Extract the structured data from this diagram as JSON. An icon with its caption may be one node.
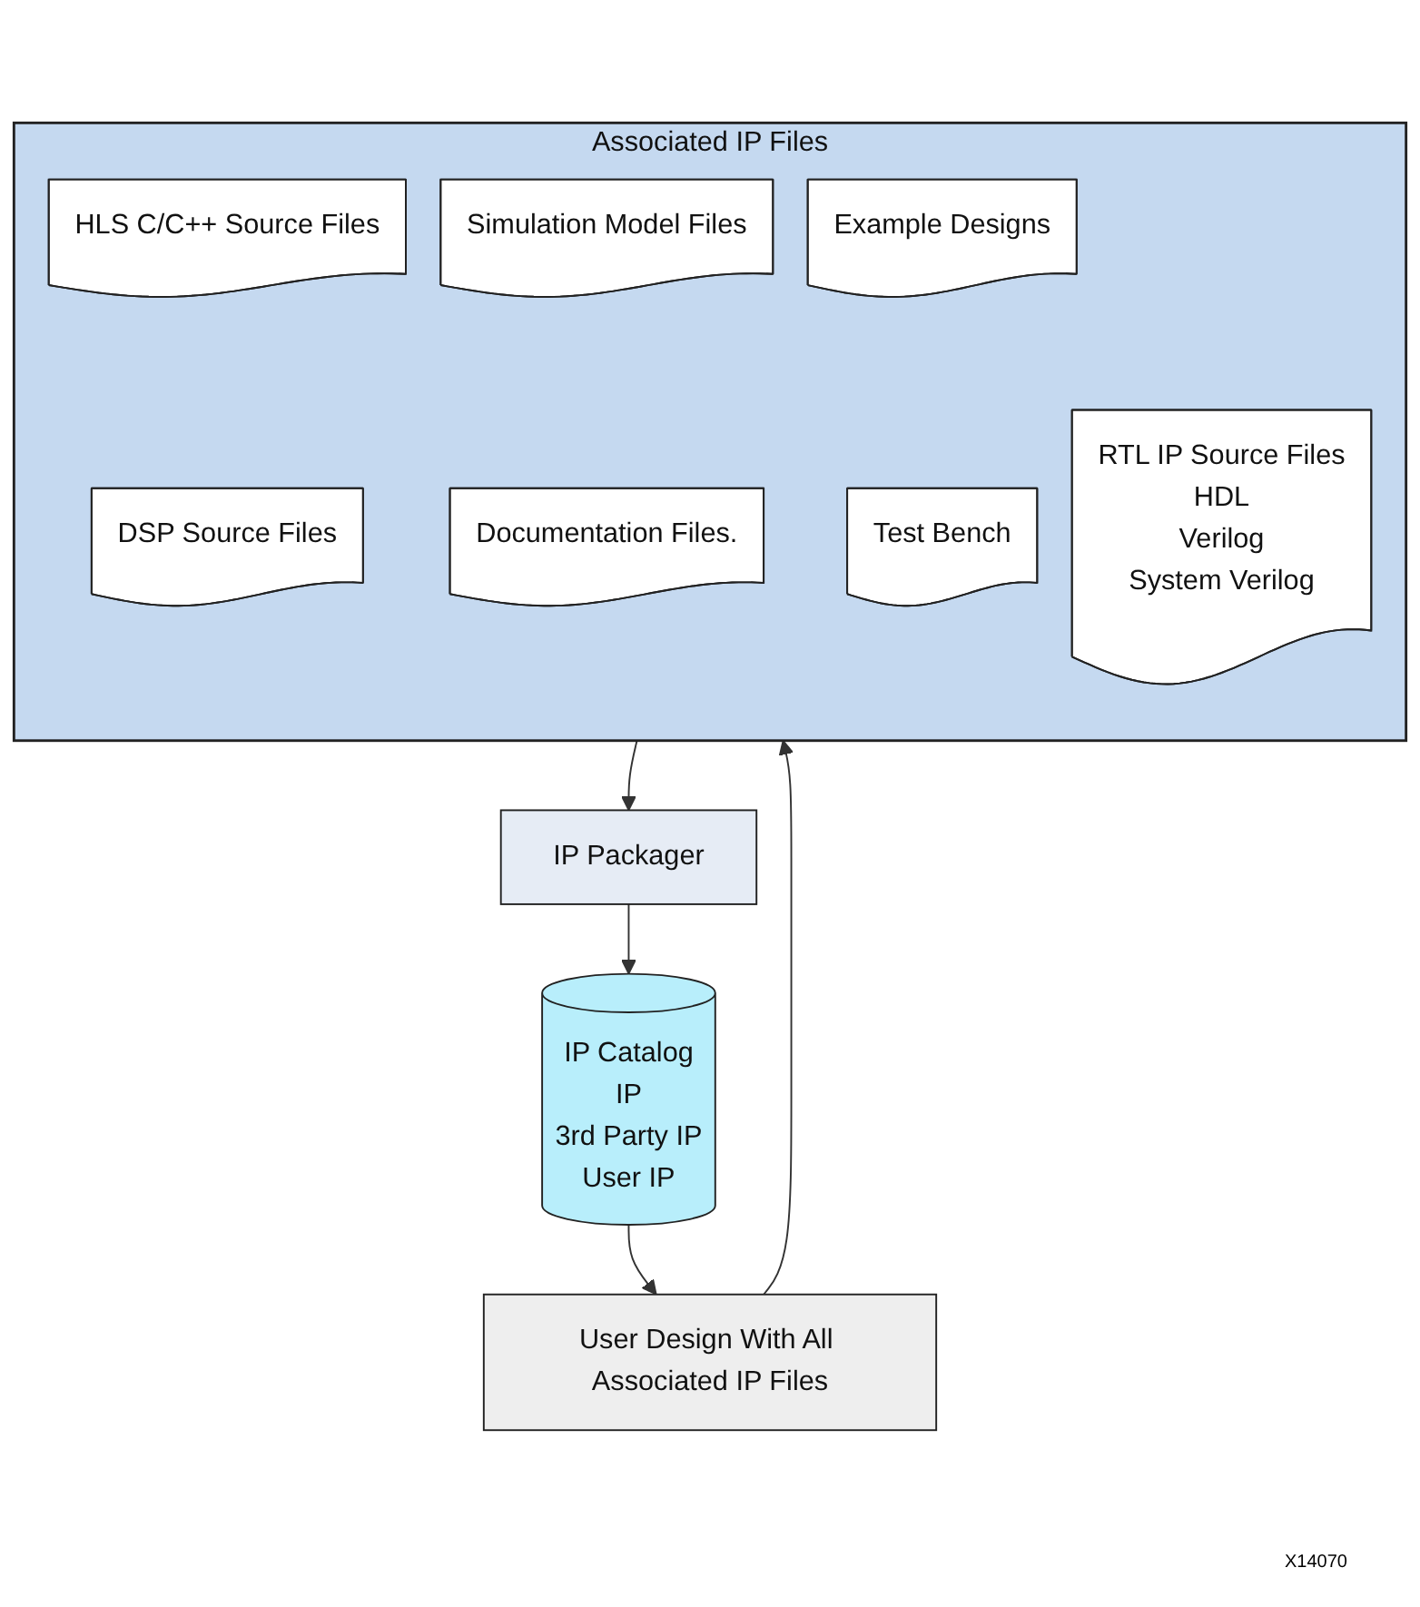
{
  "diagram": {
    "nodes": [
      {
        "text": [
          "Associated IP Files"
        ]
      },
      {
        "text": [
          "HLS C/C++ Source Files"
        ],
        "in": 0
      },
      {
        "text": [
          "RTL IP Source Files",
          "HDL",
          "Verilog",
          "System Verilog"
        ],
        "in": 0
      },
      {
        "text": [
          "Simulation Model Files"
        ],
        "in": 0
      },
      {
        "text": [
          "Example Designs"
        ],
        "in": 0
      },
      {
        "text": [
          "DSP Source Files"
        ],
        "in": 0
      },
      {
        "text": [
          "Documentation Files."
        ],
        "in": 0
      },
      {
        "text": [
          "Test Bench"
        ],
        "in": 0
      },
      {
        "text": [
          "IP Packager"
        ]
      },
      {
        "text": [
          "IP Catalog",
          "IP",
          "3rd Party IP",
          "User IP"
        ]
      },
      {
        "text": [
          "User Design With All Associated IP Files"
        ]
      }
    ],
    "edges": [
      {
        "from": 0,
        "to": 8,
        "arrow": "to"
      },
      {
        "from": 8,
        "to": 9,
        "arrow": "to"
      },
      {
        "from": 9,
        "to": 10,
        "arrow": "to"
      },
      {
        "from": 10,
        "to": 0,
        "arrow": "to"
      }
    ],
    "labels": [
      "X14070"
    ]
  }
}
